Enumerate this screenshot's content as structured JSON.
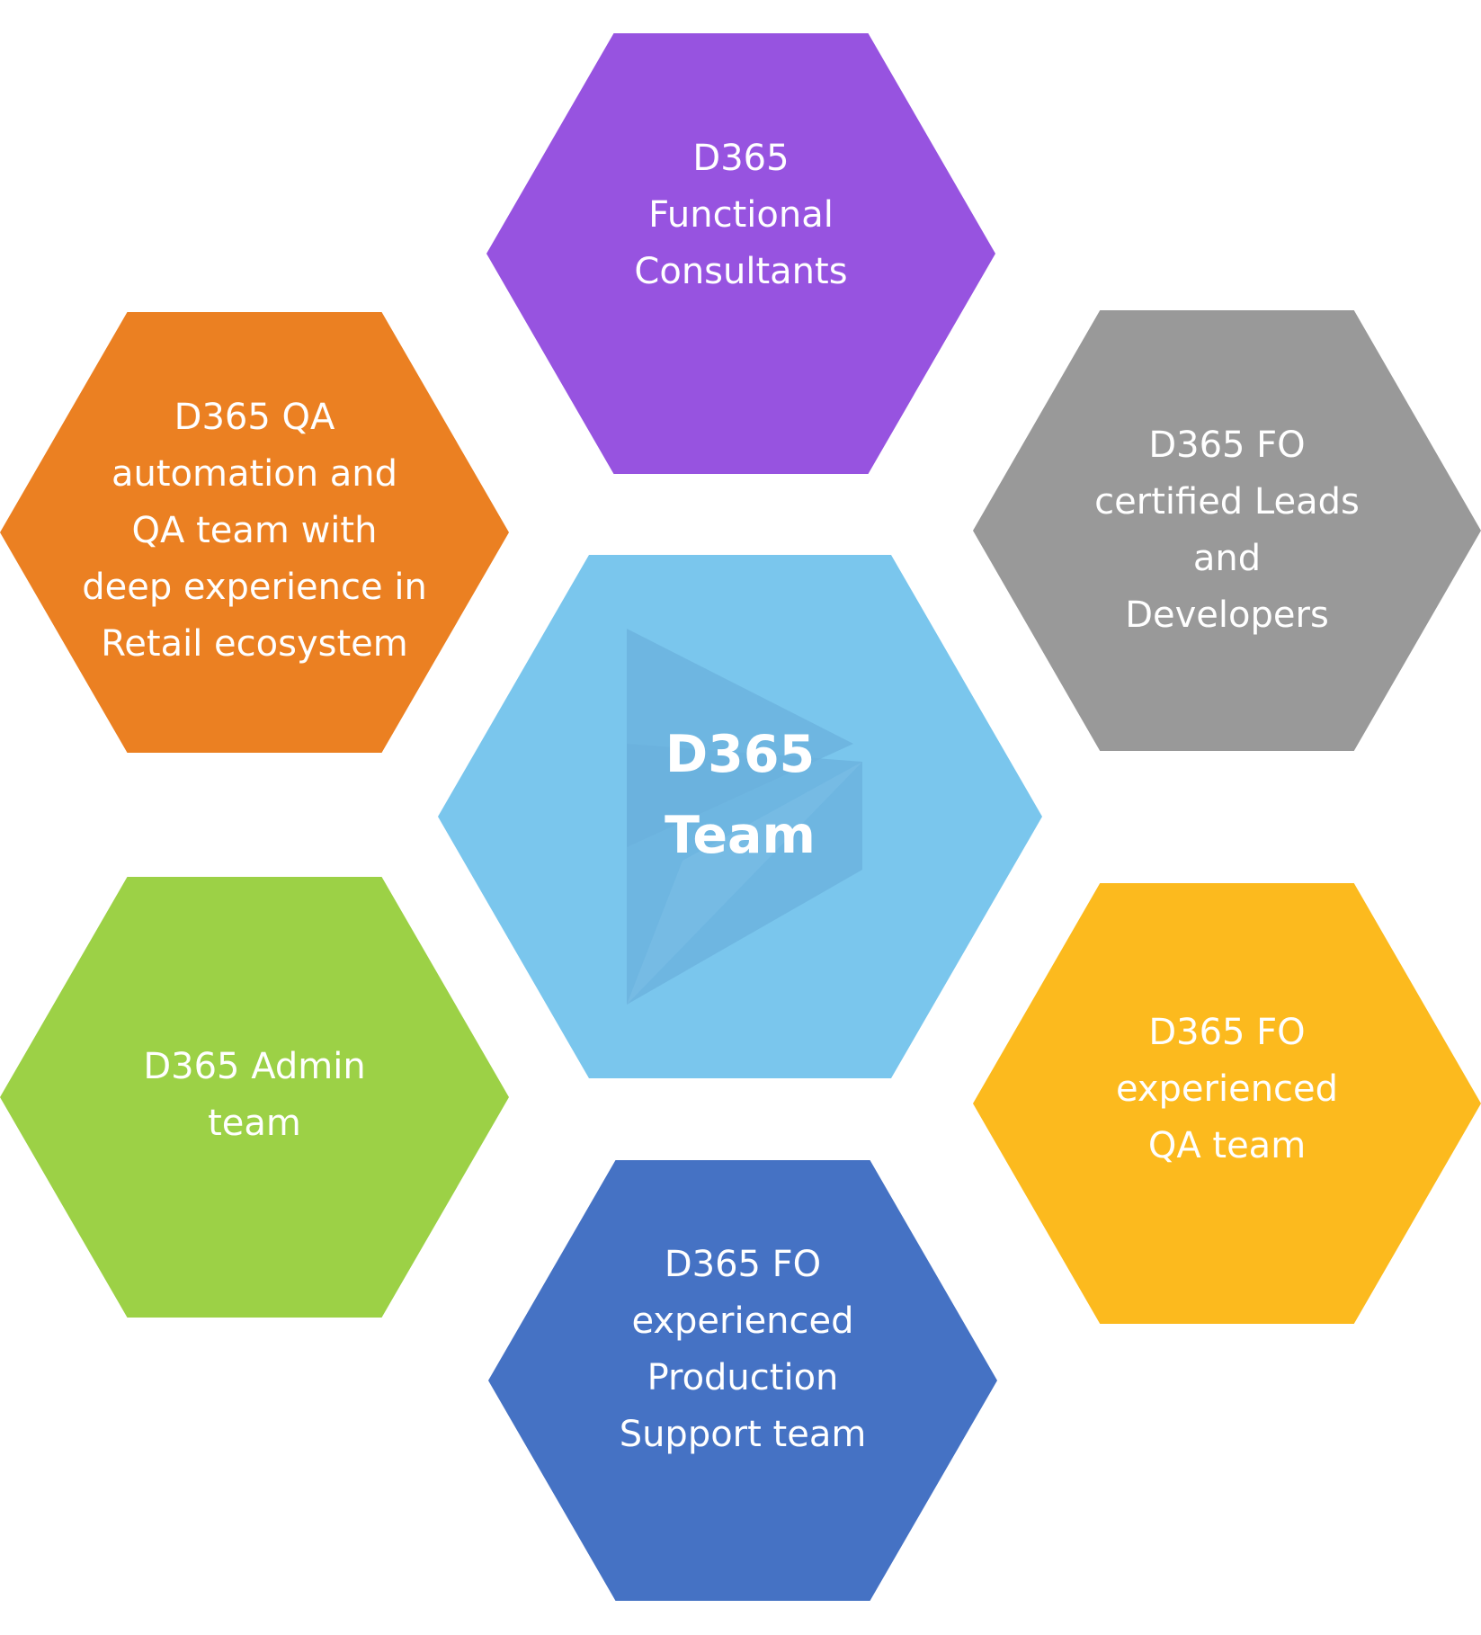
{
  "center": {
    "line1": "D365",
    "line2": "Team"
  },
  "hexagons": {
    "functional": {
      "line1": "D365",
      "line2": "Functional",
      "line3": "Consultants",
      "color": "#9753E0"
    },
    "leads": {
      "line1": "D365 FO",
      "line2": "certified Leads",
      "line3": "and",
      "line4": "Developers",
      "color": "#999999"
    },
    "qa_automation": {
      "line1": "D365 QA",
      "line2": "automation and",
      "line3": "QA team with",
      "line4": "deep experience in",
      "line5": "Retail ecosystem",
      "color": "#EB8022"
    },
    "admin": {
      "line1": "D365 Admin",
      "line2": "team",
      "color": "#9CD146"
    },
    "fo_qa": {
      "line1": "D365 FO",
      "line2": "experienced",
      "line3": "QA team",
      "color": "#FCBA1E"
    },
    "production": {
      "line1": "D365 FO",
      "line2": "experienced",
      "line3": "Production",
      "line4": "Support team",
      "color": "#4572C4"
    }
  },
  "center_color": "#7AC6ED",
  "center_logo_icon": "dynamics-365-logo-icon"
}
